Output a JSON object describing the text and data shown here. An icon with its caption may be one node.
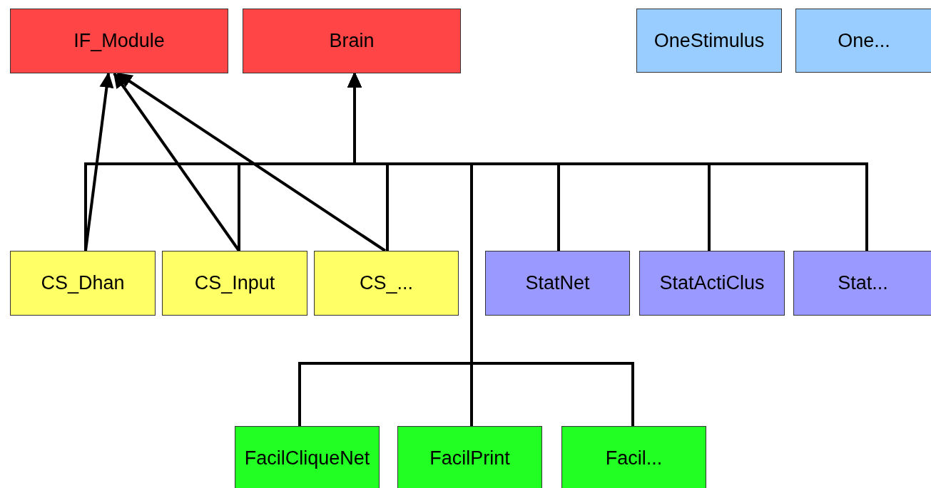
{
  "diagram": {
    "nodes": [
      {
        "text": [
          "IF_Module"
        ]
      },
      {
        "text": [
          "Brain"
        ]
      },
      {
        "text": [
          "OneStimulus"
        ]
      },
      {
        "text": [
          "One..."
        ]
      },
      {
        "text": [
          "CS_Dhan"
        ]
      },
      {
        "text": [
          "CS_Input"
        ]
      },
      {
        "text": [
          "CS_..."
        ]
      },
      {
        "text": [
          "StatNet"
        ]
      },
      {
        "text": [
          "StatActiClus"
        ]
      },
      {
        "text": [
          "Stat..."
        ]
      },
      {
        "text": [
          "FacilCliqueNet"
        ]
      },
      {
        "text": [
          "FacilPrint"
        ]
      },
      {
        "text": [
          "Facil..."
        ]
      }
    ],
    "edges": [
      {
        "from": 4,
        "to": 0,
        "arrow": "to"
      },
      {
        "from": 5,
        "to": 0,
        "arrow": "to"
      },
      {
        "from": 6,
        "to": 0,
        "arrow": "to"
      },
      {
        "from": 4,
        "to": 1,
        "arrow": "to"
      },
      {
        "from": 5,
        "to": 1,
        "arrow": "to"
      },
      {
        "from": 6,
        "to": 1,
        "arrow": "to"
      },
      {
        "from": 7,
        "to": 1,
        "arrow": "to"
      },
      {
        "from": 8,
        "to": 1,
        "arrow": "to"
      },
      {
        "from": 9,
        "to": 1,
        "arrow": "to"
      },
      {
        "from": 10,
        "to": 1,
        "arrow": "to"
      },
      {
        "from": 11,
        "to": 1,
        "arrow": "to"
      },
      {
        "from": 12,
        "to": 1,
        "arrow": "to"
      }
    ]
  }
}
